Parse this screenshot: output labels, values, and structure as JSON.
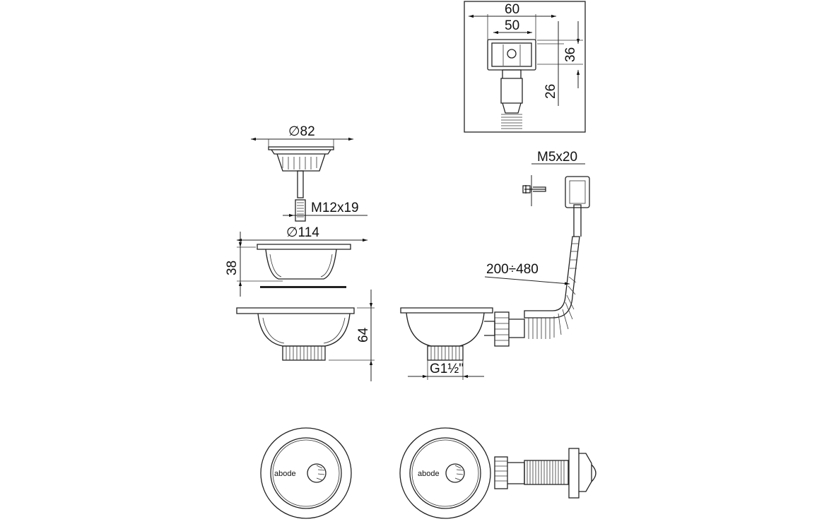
{
  "top_view": {
    "width_outer": "60",
    "width_inner": "50",
    "height_box": "36",
    "height_outlet": "26"
  },
  "strainer": {
    "diameter": "∅82"
  },
  "bolt": {
    "spec": "M12x19"
  },
  "basket": {
    "diameter": "∅114",
    "height": "38"
  },
  "body": {
    "height": "64",
    "thread": "G1½\""
  },
  "overflow": {
    "screw": "M5x20",
    "hose_length": "200÷480"
  },
  "plan_view": {
    "logo_left": "abode",
    "logo_right": "abode"
  },
  "colors": {
    "line": "#222222",
    "background": "#ffffff"
  }
}
